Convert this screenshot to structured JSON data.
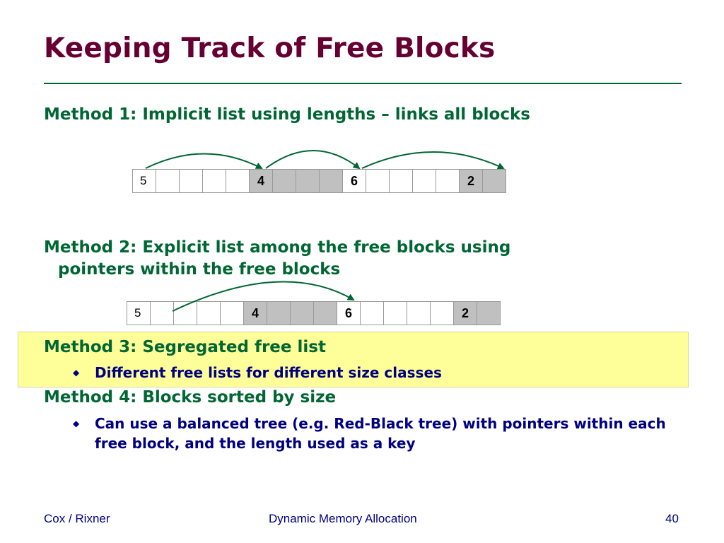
{
  "slide": {
    "title": "Keeping Track of Free Blocks",
    "method1": "Method 1: Implicit list using lengths – links all blocks",
    "method2_line1": "Method 2: Explicit list among the free blocks using",
    "method2_line2": "pointers within the free blocks",
    "method3": "Method 3: Segregated free list",
    "method3_bullet": "Different free lists for different size classes",
    "method4": "Method 4: Blocks sorted by size",
    "method4_bullet": "Can use a balanced tree (e.g. Red-Black tree) with pointers within each free block, and the length used as a key",
    "bullet_mark": "◆"
  },
  "diagram1": {
    "cells": [
      "5",
      "",
      "",
      "",
      "",
      "4",
      "",
      "",
      "",
      "6",
      "",
      "",
      "",
      "",
      "2",
      ""
    ],
    "allocated": [
      5,
      6,
      7,
      8,
      14,
      15
    ]
  },
  "diagram2": {
    "cells": [
      "5",
      "",
      "",
      "",
      "",
      "4",
      "",
      "",
      "",
      "6",
      "",
      "",
      "",
      "",
      "2",
      ""
    ],
    "allocated": [
      5,
      6,
      7,
      8,
      14,
      15
    ]
  },
  "footer": {
    "left": "Cox / Rixner",
    "center": "Dynamic Memory Allocation",
    "page": "40"
  },
  "colors": {
    "title": "#660033",
    "heading": "#006633",
    "bullet": "#000080",
    "highlight": "#ffff99",
    "allocated": "#c0c0c0"
  }
}
